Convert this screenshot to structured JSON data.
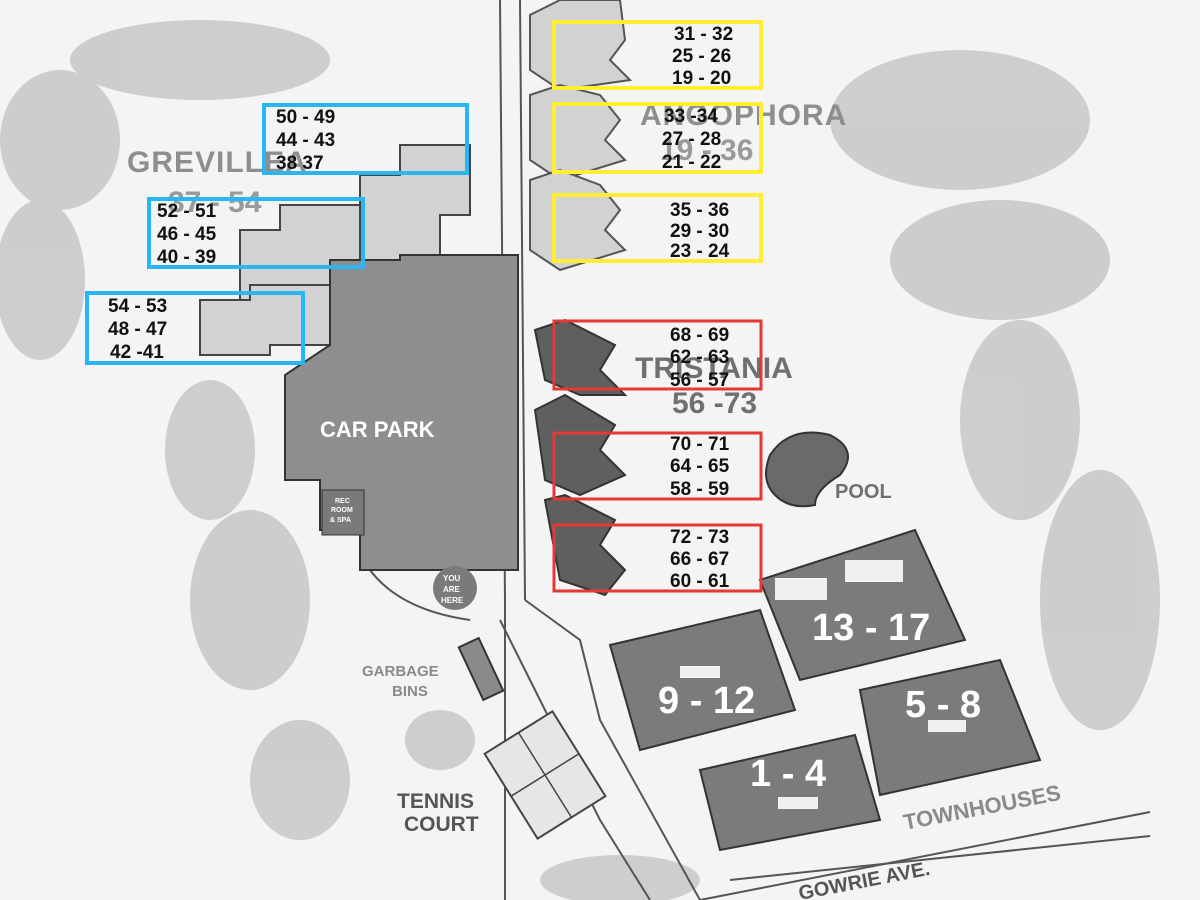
{
  "map": {
    "areas": {
      "grevillea": {
        "name": "GREVILLEA",
        "range": "37 - 54"
      },
      "angophora": {
        "name": "ANGOPHORA",
        "range": "19 - 36"
      },
      "tristania": {
        "name": "TRISTANIA",
        "range": "56 -73"
      }
    },
    "facilities": {
      "car_park": "CAR PARK",
      "rec_room_line1": "REC",
      "rec_room_line2": "ROOM",
      "rec_room_line3": "& SPA",
      "you_are_here_line1": "YOU",
      "you_are_here_line2": "ARE",
      "you_are_here_line3": "HERE",
      "pool": "POOL",
      "garbage_line1": "GARBAGE",
      "garbage_line2": "BINS",
      "tennis_line1": "TENNIS",
      "tennis_line2": "COURT",
      "townhouses": "TOWNHOUSES",
      "street": "GOWRIE AVE."
    },
    "townhouse_blocks": [
      "13 - 17",
      "9 - 12",
      "5 - 8",
      "1 - 4"
    ],
    "unit_boxes": {
      "blue": [
        {
          "lines": [
            "50 - 49",
            "44 - 43",
            "38 37"
          ]
        },
        {
          "lines": [
            "52 - 51",
            "46 - 45",
            "40 - 39"
          ]
        },
        {
          "lines": [
            "54 - 53",
            "48 - 47",
            "42 -41"
          ]
        }
      ],
      "yellow": [
        {
          "lines": [
            "31 - 32",
            "25 - 26",
            "19 - 20"
          ]
        },
        {
          "lines": [
            "33 -34",
            "27 - 28",
            "21 - 22"
          ]
        },
        {
          "lines": [
            "35 - 36",
            "29 - 30",
            "23 - 24"
          ]
        }
      ],
      "red": [
        {
          "lines": [
            "68 - 69",
            "62 - 63",
            "56 - 57"
          ]
        },
        {
          "lines": [
            "70 - 71",
            "64 - 65",
            "58 - 59"
          ]
        },
        {
          "lines": [
            "72 - 73",
            "66 - 67",
            "60 - 61"
          ]
        }
      ]
    },
    "colors": {
      "blue_box": "#29b6f6",
      "yellow_box": "#ffee33",
      "red_box": "#e53935",
      "building_dark": "#6f6f6f",
      "building_light": "#d2d2d2",
      "trees": "#bdbdbd"
    }
  }
}
